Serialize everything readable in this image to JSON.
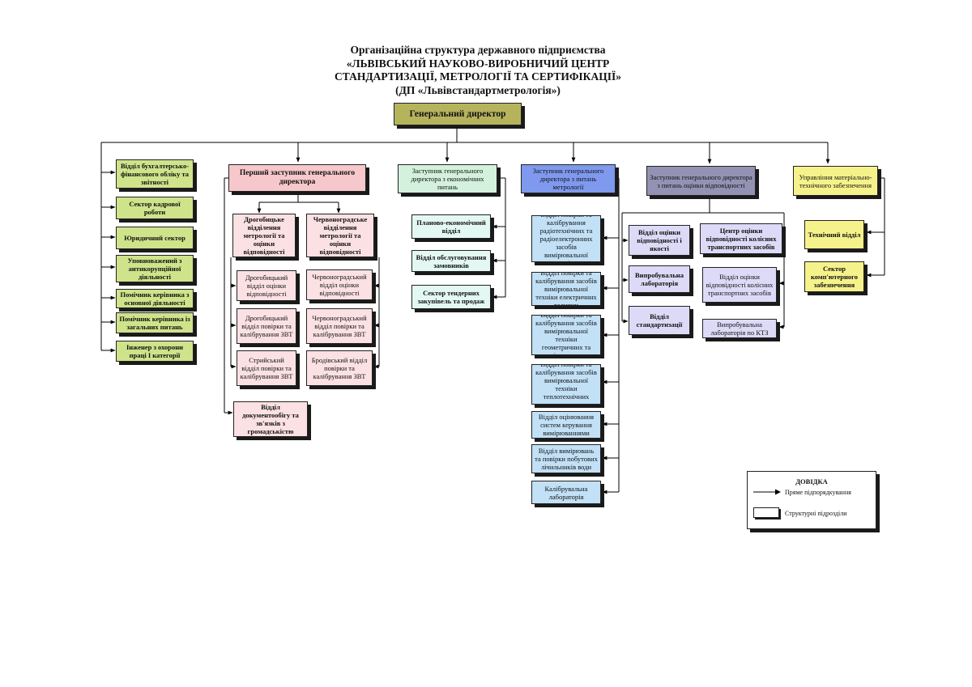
{
  "title": {
    "line1": "Організаційна структура державного підприємства",
    "line2": "«ЛЬВІВСЬКИЙ НАУКОВО-ВИРОБНИЧИЙ ЦЕНТР",
    "line3": "СТАНДАРТИЗАЦІЇ, МЕТРОЛОГІЇ ТА СЕРТИФІКАЦІЇ»",
    "line4": "(ДП «Львівстандартметрологія»)"
  },
  "director": "Генеральний директор",
  "left_units": [
    "Відділ бухгалтерсько-фінансового обліку та звітності",
    "Сектор кадрової роботи",
    "Юридичний сектор",
    "Уповноважений з антикорупційної діяльності",
    "Помічник керівника з основної діяльності",
    "Помічник керівника із загальних питань",
    "Інженер з охорони праці І категорії"
  ],
  "first_deputy": {
    "title": "Перший заступник генерального директора",
    "drohobych": {
      "title": "Дрогобицьке відділення метрології та оцінки відповідності",
      "units": [
        "Дрогобицький відділ оцінки відповідності",
        "Дрогобицький відділ повірки та калібрування ЗВТ",
        "Стрийський відділ повірки та калібрування ЗВТ"
      ]
    },
    "chervonohrad": {
      "title": "Червоноградське відділення метрології та оцінки відповідності",
      "units": [
        "Червоноградський відділ оцінки відповідності",
        "Червоноградський відділ повірки та калібрування ЗВТ",
        "Бродівський відділ повірки та калібрування ЗВТ"
      ]
    },
    "docs": "Відділ документообігу та зв'язків з громадськістю"
  },
  "economic": {
    "title": "Заступник генерального директора з економічних питань",
    "units": [
      "Планово-економічний відділ",
      "Відділ обслуговування замовників",
      "Сектор тендерних закупівель та продаж"
    ]
  },
  "metrology": {
    "title": "Заступник генерального директора з питань метрології",
    "units": [
      "Відділ повірки та калібрування радіотехнічних та радіоелектронних засобів вимірювальної техніки",
      "Відділ повірки та калібрування засобів вимірювальної техніки електричних величин",
      "Відділ повірки та калібрування засобів вимірювальної техніки геометричних та механічних величин",
      "Відділ повірки та калібрування засобів вимірювальної техніки теплотехнічних величин",
      "Відділ оцінювання систем керування вимірюваннями",
      "Відділ вимірювань та повірки побутових лічильників води",
      "Калібрувальна лабораторія"
    ]
  },
  "conformity": {
    "title": "Заступник генерального директора з питань оцінки відповідності",
    "units": [
      "Відділ оцінки відповідності і якості",
      "Випробувальна лабораторія",
      "Відділ стандартизації"
    ],
    "center": {
      "title": "Центр оцінки відповідності колісних транспортних засобів",
      "units": [
        "Відділ оцінки відповідності колісних транспортних засобів",
        "Випробувальна лабораторія по КТЗ"
      ]
    }
  },
  "material": {
    "title": "Управління матеріально-технічного забезпечення",
    "units": [
      "Технічний відділ",
      "Сектор комп'ютерного забезпечення"
    ]
  },
  "legend": {
    "title": "ДОВІДКА",
    "arrow_label": "Пряме підпорядкування",
    "box_label": "Структурні підрозділи"
  },
  "colors": {
    "director": "#b5b45d",
    "left_units": "#cfe38b",
    "first_deputy": "#f6c7cb",
    "first_deputy_units": "#fbe1e3",
    "economic": "#d3f1dc",
    "economic_units": "#e4f8f3",
    "metrology": "#7f99ee",
    "metrology_units": "#c2e0f6",
    "conformity": "#9492b4",
    "conformity_units": "#dcdaf6",
    "material": "#f6f28b"
  }
}
